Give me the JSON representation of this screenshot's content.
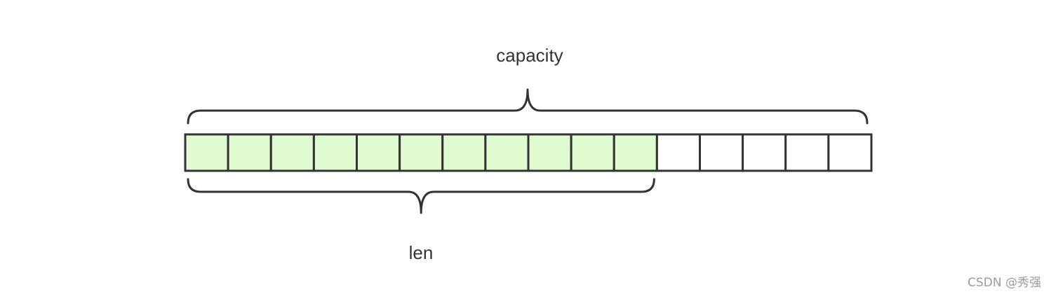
{
  "labels": {
    "capacity": "capacity",
    "len": "len"
  },
  "array": {
    "capacity": 16,
    "len": 11
  },
  "colors": {
    "filled": "#e0fbd0",
    "empty": "#ffffff",
    "stroke": "#333333"
  },
  "watermark": "CSDN @秀强"
}
